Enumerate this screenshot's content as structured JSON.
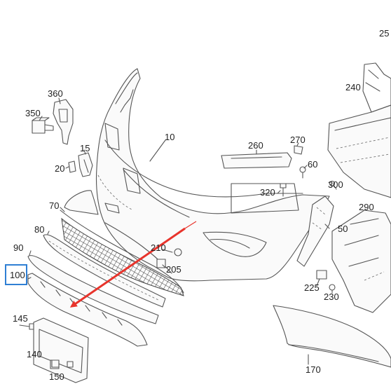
{
  "diagram": {
    "callouts": [
      {
        "id": "c25",
        "text": "25"
      },
      {
        "id": "c240",
        "text": "240"
      },
      {
        "id": "c360",
        "text": "360"
      },
      {
        "id": "c350",
        "text": "350"
      },
      {
        "id": "c10",
        "text": "10"
      },
      {
        "id": "c260",
        "text": "260"
      },
      {
        "id": "c270",
        "text": "270"
      },
      {
        "id": "c15",
        "text": "15"
      },
      {
        "id": "c20",
        "text": "20"
      },
      {
        "id": "c60",
        "text": "60"
      },
      {
        "id": "c320",
        "text": "320"
      },
      {
        "id": "c300",
        "text": "300"
      },
      {
        "id": "c290",
        "text": "290"
      },
      {
        "id": "c70",
        "text": "70"
      },
      {
        "id": "c50",
        "text": "50"
      },
      {
        "id": "c80",
        "text": "80"
      },
      {
        "id": "c90",
        "text": "90"
      },
      {
        "id": "c210",
        "text": "210"
      },
      {
        "id": "c205",
        "text": "205"
      },
      {
        "id": "c100",
        "text": "100"
      },
      {
        "id": "c225",
        "text": "225"
      },
      {
        "id": "c230",
        "text": "230"
      },
      {
        "id": "c145",
        "text": "145"
      },
      {
        "id": "c140",
        "text": "140"
      },
      {
        "id": "c170",
        "text": "170"
      },
      {
        "id": "c150",
        "text": "150"
      }
    ],
    "highlight_color": "#2f7fd4",
    "arrow_color": "#e8342c",
    "line_color": "#555555"
  }
}
